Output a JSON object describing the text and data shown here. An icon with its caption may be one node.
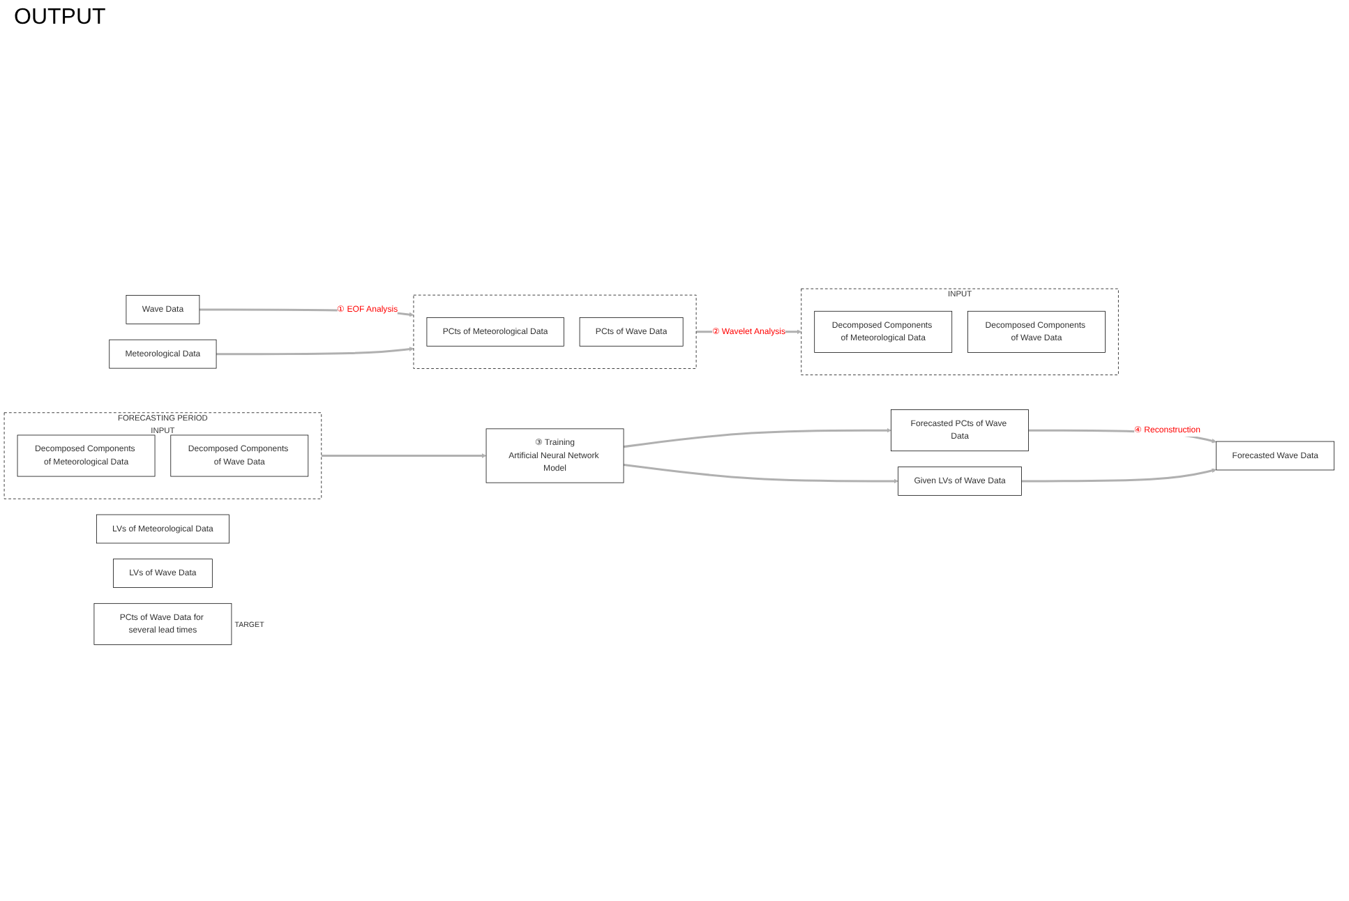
{
  "diagram": {
    "nodes": [
      {
        "text": [
          "Wave Data"
        ]
      },
      {
        "text": [
          "Meteorological Data"
        ]
      },
      {
        "text": [
          "LVs of Meteorological Data"
        ]
      },
      {
        "text": [],
        "shape": "box"
      },
      {
        "text": [
          "PCts of Meteorological Data"
        ],
        "in": 3
      },
      {
        "text": [
          "PCts of Wave Data"
        ],
        "in": 3
      },
      {
        "text": [
          "LVs of Wave Data"
        ]
      },
      {
        "text": [
          "INPUT"
        ]
      },
      {
        "text": [
          "Decomposed Components of Meteorological Data"
        ],
        "in": 7
      },
      {
        "text": [
          "Decomposed Components of Wave Data"
        ],
        "in": 7
      },
      {
        "text": [
          "PCts of Wave Data for several lead times"
        ],
        "beside": [
          "TARGET"
        ]
      },
      {
        "text": [
          "FORECASTING PERIOD",
          "INPUT"
        ]
      },
      {
        "text": [
          "Decomposed Components of Meteorological Data"
        ],
        "in": 11
      },
      {
        "text": [
          "Decomposed Components of Wave Data"
        ],
        "in": 11
      },
      {
        "text": [
          "Forecasted PCts of Wave Data"
        ]
      },
      {
        "text": [
          "Given LVs of Wave Data"
        ]
      },
      {
        "text": [
          "③ Training",
          "Artificial Neural Network Model"
        ]
      },
      {
        "text": [
          "Forecasted Wave Data"
        ]
      }
    ],
    "edges": [
      {
        "from": 0,
        "to": 3,
        "arrow": "to",
        "label": "① EOF Analysis"
      },
      {
        "from": 1,
        "to": 3,
        "arrow": "to"
      },
      {
        "from": 3,
        "to": 7,
        "arrow": "to",
        "label": "② Wavelet Analysis"
      },
      {
        "from": 11,
        "to": 16,
        "arrow": "to"
      },
      {
        "from": 16,
        "to": 14,
        "arrow": "to"
      },
      {
        "from": 16,
        "to": 15,
        "arrow": "to"
      },
      {
        "from": 14,
        "to": 17,
        "arrow": "to",
        "label": "④ Reconstruction"
      },
      {
        "from": 15,
        "to": 17,
        "arrow": "to"
      }
    ],
    "labels": [
      "OUTPUT"
    ]
  }
}
